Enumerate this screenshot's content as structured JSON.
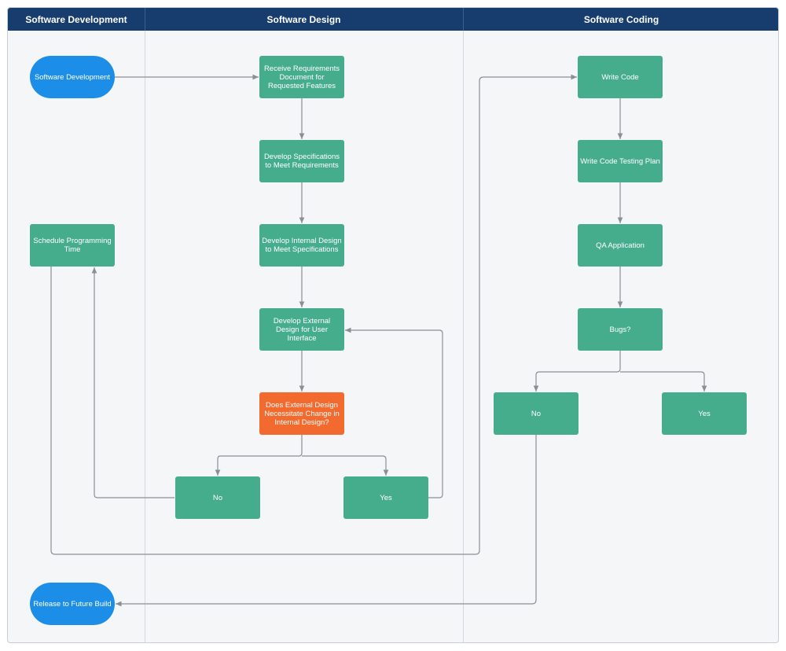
{
  "lanes": [
    {
      "title": "Software Development"
    },
    {
      "title": "Software Design"
    },
    {
      "title": "Software Coding"
    }
  ],
  "nodes": {
    "software_development": "Software Development",
    "schedule_programming_time": "Schedule Programming Time",
    "release_to_future_build": "Release to Future Build",
    "receive_requirements": "Receive Requirements Document for Requested Features",
    "develop_specifications": "Develop Specifications to Meet Requirements",
    "develop_internal_design": "Develop Internal Design to Meet Specifications",
    "develop_external_design": "Develop External Design for User Interface",
    "does_external_design_change": "Does External Design Necessitate Change in Internal Design?",
    "design_no": "No",
    "design_yes": "Yes",
    "write_code": "Write Code",
    "write_code_testing_plan": "Write Code Testing Plan",
    "qa_application": "QA Application",
    "bugs": "Bugs?",
    "coding_no": "No",
    "coding_yes": "Yes"
  },
  "colors": {
    "header": "#173d6e",
    "process": "#45ac8c",
    "decision": "#f26a2e",
    "terminal": "#1d8ee8",
    "connector": "#8a8f96"
  }
}
